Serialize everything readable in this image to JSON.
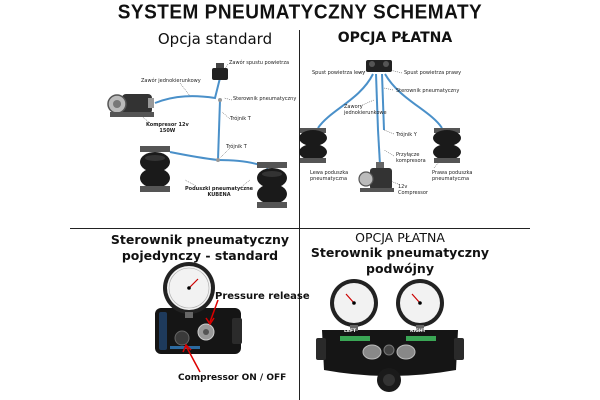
{
  "title": "SYSTEM PNEUMATYCZNY SCHEMATY",
  "standard": {
    "heading": "Opcja standard",
    "labels": {
      "zawor_spustu": "Zawór spustu powietrza",
      "zawor_jedno": "Zawór jednokierunkowy",
      "sterownik": "Sterownik pneumatyczny",
      "kompresor": "Kompresor 12v\n150W",
      "trojnik_t1": "Trójnik T",
      "trojnik_t2": "Trójnik T",
      "poduszki": "Poduszki pneumatyczne\nKUBENA"
    }
  },
  "paid": {
    "heading": "OPCJA PŁATNA",
    "labels": {
      "spust_lewy": "Spust powietrza lewy",
      "spust_prawy": "Spust powietrza prawy",
      "sterownik": "Sterownik pneumatyczny",
      "zawory_jedno": "Zawory\njednokierunkowe",
      "trojnik_y": "Trójnik Y",
      "przylacze": "Przyłącze\nkompresora",
      "lewa_poduszka": "Lewa poduszka\npneumatyczna",
      "kompresor": "12v\nCompressor",
      "prawa_poduszka": "Prawa poduszka\npneumatyczna"
    }
  },
  "single": {
    "heading": "Sterownik pneumatyczny\npojedynczy - standard",
    "pressure_release": "Pressure release",
    "compressor_onoff": "Compressor ON / OFF"
  },
  "double": {
    "heading_top": "OPCJA PŁATNA",
    "heading_bottom": "Sterownik pneumatyczny\npodwójny",
    "left_label": "LEFT",
    "right_label": "RIGHT"
  }
}
